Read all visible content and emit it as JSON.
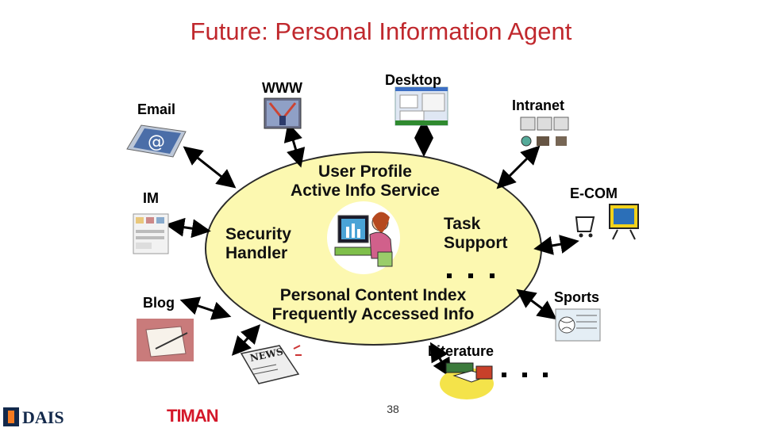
{
  "title": "Future: Personal Information Agent",
  "hub": {
    "profile_line1": "User Profile",
    "profile_line2": "Active Info Service",
    "security_line1": "Security",
    "security_line2": "Handler",
    "task_line1": "Task",
    "task_line2": "Support",
    "content_line1": "Personal Content Index",
    "content_line2": "Frequently Accessed Info"
  },
  "sources": {
    "www": "WWW",
    "desktop": "Desktop",
    "intranet": "Intranet",
    "email": "Email",
    "im": "IM",
    "ecom": "E-COM",
    "blog": "Blog",
    "sports": "Sports",
    "literature": "Literature"
  },
  "page_number": "38",
  "footer": {
    "dais_logo": "DAIS",
    "timan_logo": "TIMAN"
  },
  "colors": {
    "title": "#c0282d",
    "ellipse_fill": "#fcf8b0",
    "arrow": "#000000"
  }
}
